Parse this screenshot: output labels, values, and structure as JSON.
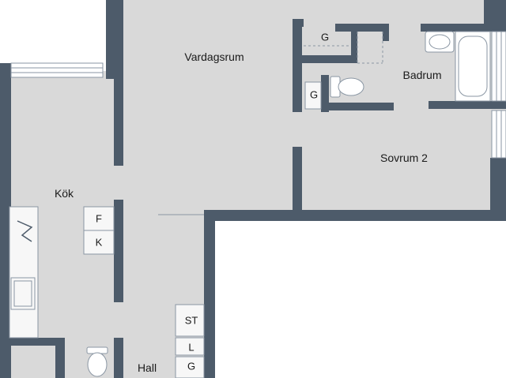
{
  "colors": {
    "wall": "#4d5b6a",
    "floor": "#d9d9d9",
    "background": "#ffffff",
    "fixture": "#f7f7f7",
    "line": "#8a96a3"
  },
  "rooms": {
    "vardagsrum": "Vardagsrum",
    "badrum": "Badrum",
    "sovrum2": "Sovrum 2",
    "kok": "Kök",
    "hall": "Hall"
  },
  "fixtures": {
    "fridge": "F",
    "freezer": "K",
    "wardrobe_g_upper": "G",
    "wardrobe_g_bath": "G",
    "hall_st": "ST",
    "hall_l": "L",
    "hall_g": "G"
  }
}
